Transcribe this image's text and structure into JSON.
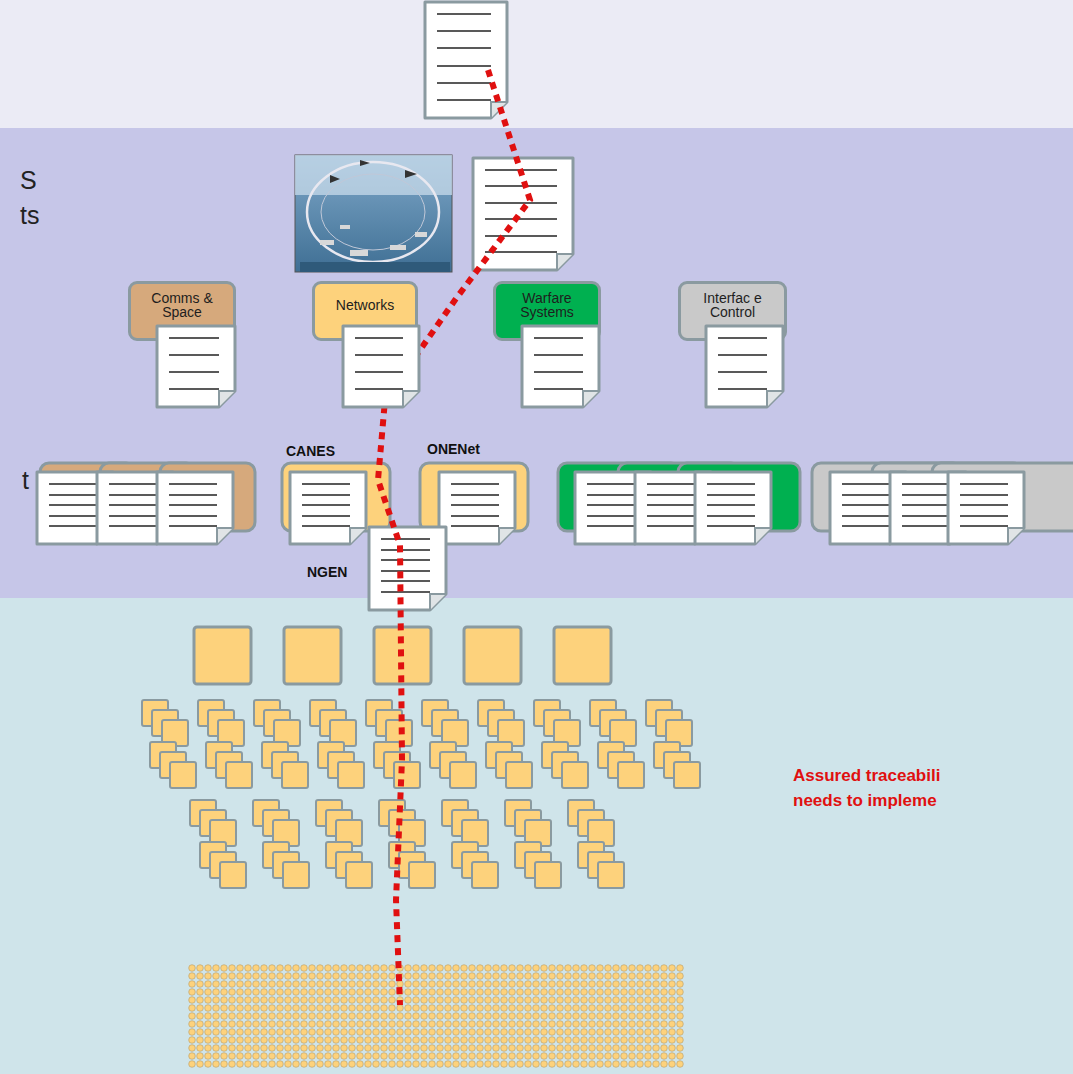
{
  "diagram": {
    "nodes": [
      {
        "text": [
          "Comms & Space"
        ]
      },
      {
        "text": [
          "Networks"
        ]
      },
      {
        "text": [
          "Warfare Systems"
        ]
      },
      {
        "text": [
          "Interfac e Control"
        ]
      }
    ],
    "labels": [
      "S",
      "ts",
      "t",
      "CANES",
      "ONENet",
      "NGEN",
      "Assured traceabili",
      "needs to impleme"
    ]
  }
}
